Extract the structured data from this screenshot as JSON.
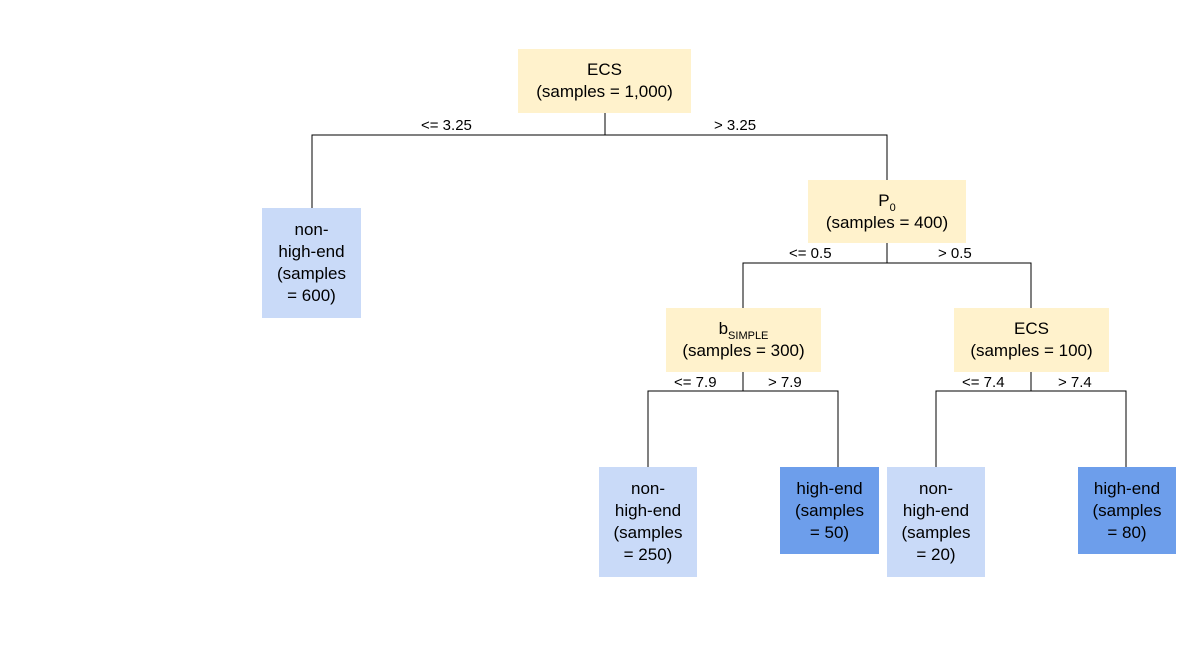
{
  "nodes": {
    "root": {
      "title": "ECS",
      "samples": "(samples = 1,000)"
    },
    "p0": {
      "title_main": "P",
      "title_sub": "0",
      "samples": "(samples = 400)"
    },
    "bsimple": {
      "title_main": "b",
      "title_sub": "SIMPLE",
      "samples": "(samples = 300)"
    },
    "ecs2": {
      "title": "ECS",
      "samples": "(samples = 100)"
    },
    "leaf600": {
      "l1": "non-",
      "l2": "high-end",
      "l3": "(samples",
      "l4": "= 600)"
    },
    "leaf250": {
      "l1": "non-",
      "l2": "high-end",
      "l3": "(samples",
      "l4": "= 250)"
    },
    "leaf50": {
      "l1": "high-end",
      "l2": "(samples",
      "l3": "= 50)"
    },
    "leaf20": {
      "l1": "non-",
      "l2": "high-end",
      "l3": "(samples",
      "l4": "= 20)"
    },
    "leaf80": {
      "l1": "high-end",
      "l2": "(samples",
      "l3": "= 80)"
    }
  },
  "edges": {
    "root_left": "<= 3.25",
    "root_right": "> 3.25",
    "p0_left": "<= 0.5",
    "p0_right": "> 0.5",
    "b_left": "<= 7.9",
    "b_right": "> 7.9",
    "ecs2_left": "<= 7.4",
    "ecs2_right": "> 7.4"
  },
  "colors": {
    "decision": "#fff2cc",
    "leaf_low": "#c9daf8",
    "leaf_high": "#6d9eeb",
    "line": "#000000"
  }
}
